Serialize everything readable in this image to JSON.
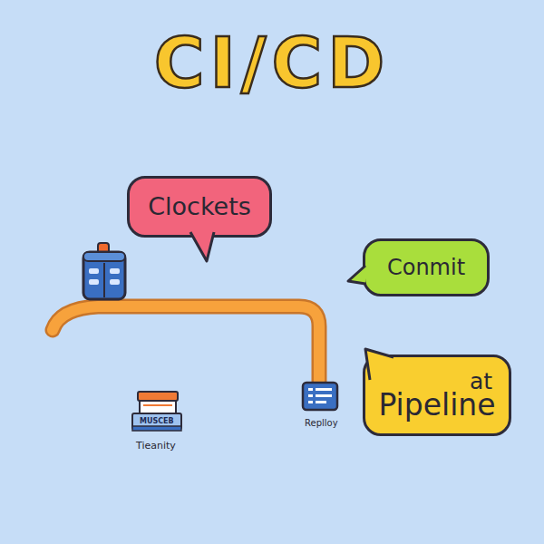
{
  "diagram": {
    "title": "CI/CD",
    "nodes": [
      {
        "text": [
          "Clockets"
        ]
      },
      {
        "text": [
          "Conmit"
        ]
      },
      {
        "text": [
          "at",
          "Pipeline"
        ]
      }
    ],
    "labels": [
      "MUSCEB",
      "Tieanity",
      "Replloy"
    ]
  }
}
